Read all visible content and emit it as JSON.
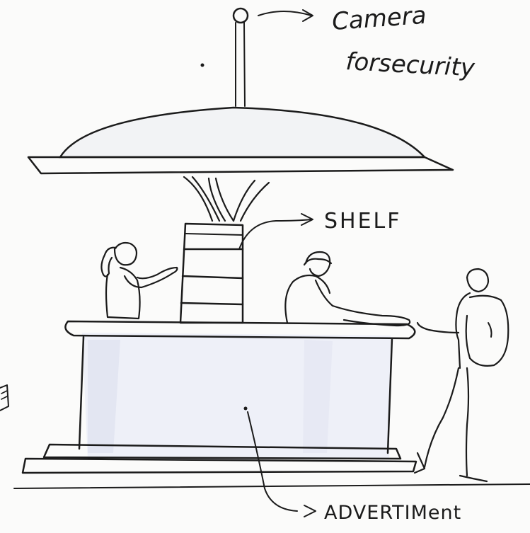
{
  "labels": {
    "camera_line1": "Camera",
    "camera_line2": "forsecurity",
    "shelf": "SHELF",
    "advertisement": "ADVERTIMent"
  },
  "colors": {
    "ink": "#1b1b1b",
    "paper": "#fbfbfa",
    "wash": "#eef0f8",
    "wash_edge": "#e3e6f2"
  }
}
